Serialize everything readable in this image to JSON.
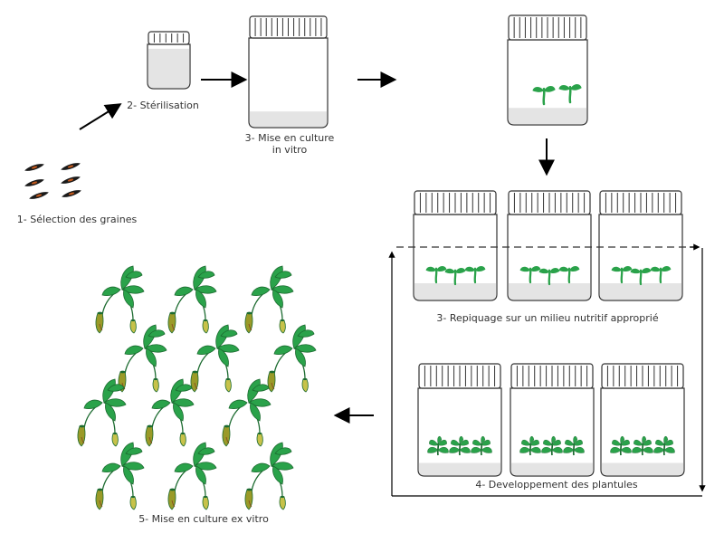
{
  "steps": {
    "step1": "1- Sélection des graines",
    "step2": "2- Stérilisation",
    "step3_line1": "3- Mise en culture",
    "step3_line2": "in vitro",
    "step3b": "3- Repiquage sur un milieu nutritif approprié",
    "step4": "4- Developpement des plantules",
    "step5": "5- Mise en culture ex vitro"
  },
  "colors": {
    "outline": "#333333",
    "seed": "#1a1a1a",
    "seed_core": "#c0571b",
    "medium": "#e4e4e4",
    "leaf": "#2aa24a",
    "leaf_dark": "#1c6b30",
    "pitcher": "#9a9a28",
    "pitcher_light": "#c7c24a"
  }
}
